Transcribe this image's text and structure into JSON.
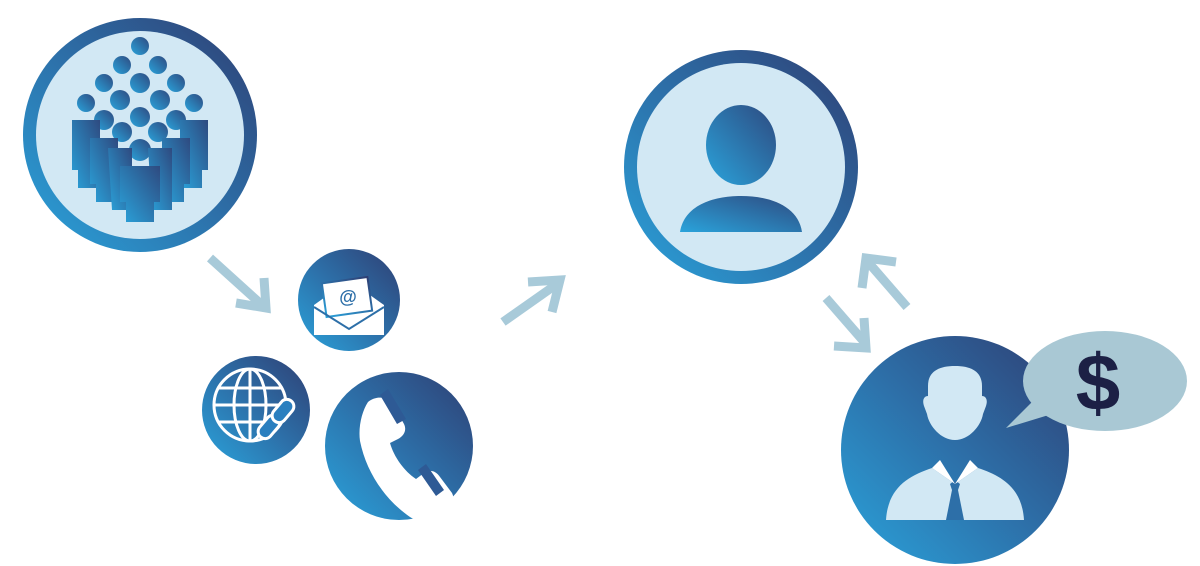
{
  "diagram": {
    "nodes": [
      {
        "id": "crowd",
        "icon": "crowd-icon"
      },
      {
        "id": "email",
        "icon": "email-envelope-icon",
        "text": "@"
      },
      {
        "id": "web",
        "icon": "globe-link-icon"
      },
      {
        "id": "phone",
        "icon": "phone-handset-icon"
      },
      {
        "id": "contact",
        "icon": "person-avatar-icon"
      },
      {
        "id": "customer",
        "icon": "businessman-icon"
      }
    ],
    "speech_bubble": {
      "text": "$"
    },
    "edges": [
      {
        "from": "crowd",
        "to": "channels",
        "icon": "arrow-down-right-icon"
      },
      {
        "from": "channels",
        "to": "contact",
        "icon": "arrow-up-right-icon"
      },
      {
        "from": "customer",
        "to": "contact",
        "icon": "arrow-up-right-icon"
      },
      {
        "from": "contact",
        "to": "customer",
        "icon": "arrow-down-left-icon"
      }
    ]
  },
  "colors": {
    "gradient_dark": "#2e3f73",
    "gradient_mid": "#2d6fa8",
    "gradient_light": "#2aa3db",
    "circle_fill": "#d2e8f4",
    "arrow": "#a8cad9",
    "bubble": "#a9c8d4",
    "dollar": "#1c2045",
    "icon_white": "#ffffff"
  }
}
